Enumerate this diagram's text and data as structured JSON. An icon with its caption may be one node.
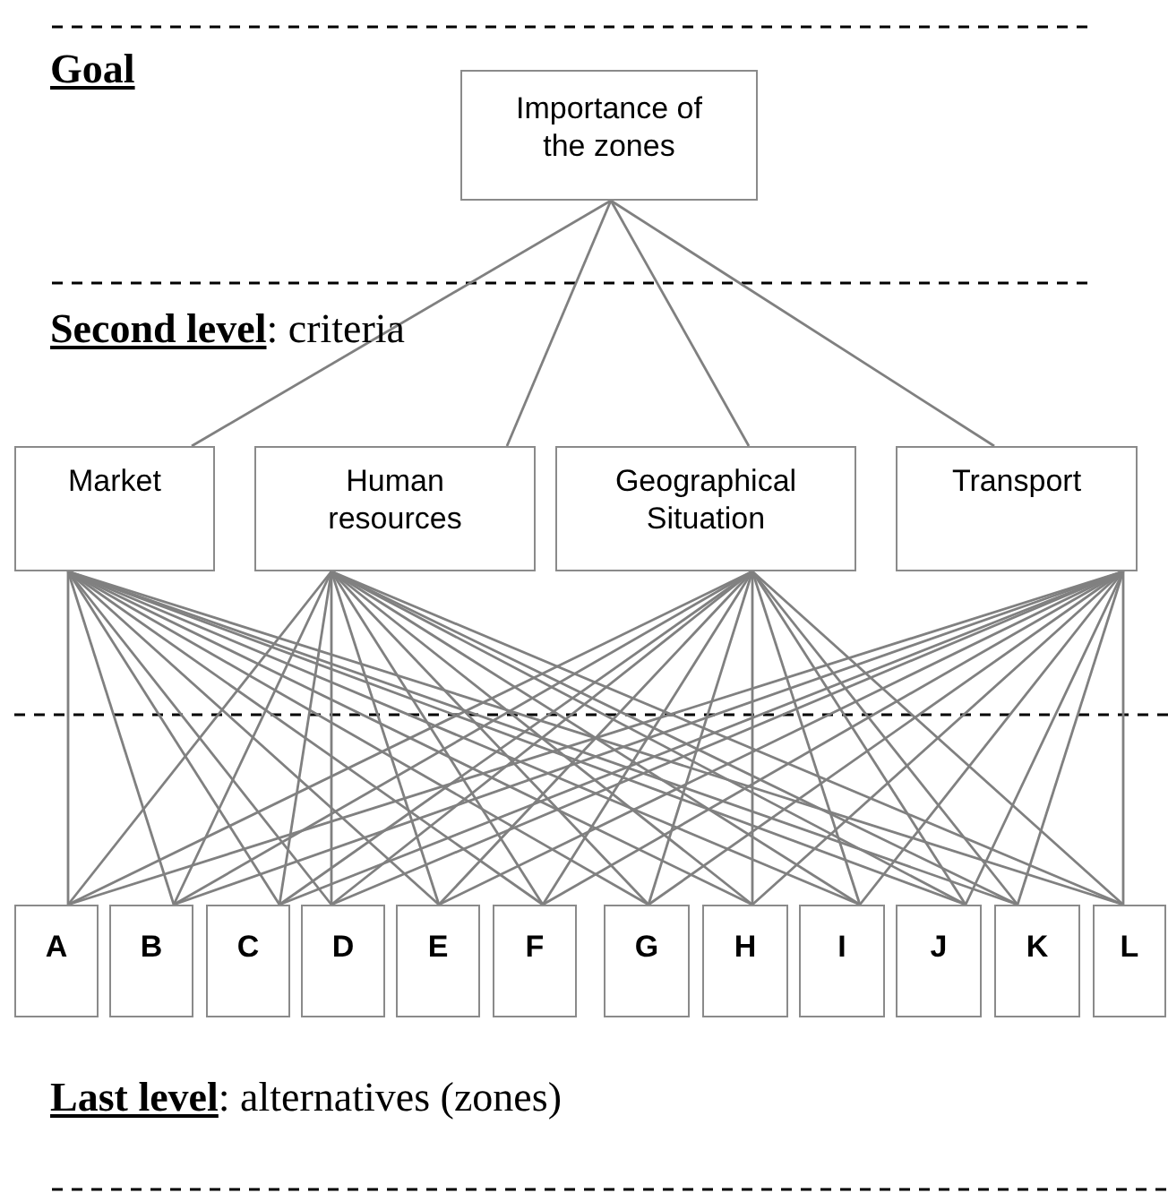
{
  "diagram": {
    "nodes": [
      {
        "text": [
          "Importance of the zones"
        ]
      },
      {
        "text": [
          "Market"
        ]
      },
      {
        "text": [
          "Human resources"
        ]
      },
      {
        "text": [
          "Geographical Situation"
        ]
      },
      {
        "text": [
          "Transport"
        ]
      },
      {
        "text": [
          "A"
        ]
      },
      {
        "text": [
          "B"
        ]
      },
      {
        "text": [
          "C"
        ]
      },
      {
        "text": [
          "D"
        ]
      },
      {
        "text": [
          "E"
        ]
      },
      {
        "text": [
          "F"
        ]
      },
      {
        "text": [
          "G"
        ]
      },
      {
        "text": [
          "H"
        ]
      },
      {
        "text": [
          "I"
        ]
      },
      {
        "text": [
          "J"
        ]
      },
      {
        "text": [
          "K"
        ]
      },
      {
        "text": [
          "L"
        ]
      }
    ],
    "edges": [
      {
        "from": 0,
        "to": 1,
        "arrow": "none"
      },
      {
        "from": 0,
        "to": 2,
        "arrow": "none"
      },
      {
        "from": 0,
        "to": 3,
        "arrow": "none"
      },
      {
        "from": 0,
        "to": 4,
        "arrow": "none"
      },
      {
        "from": 1,
        "to": 5,
        "arrow": "none"
      },
      {
        "from": 1,
        "to": 6,
        "arrow": "none"
      },
      {
        "from": 1,
        "to": 7,
        "arrow": "none"
      },
      {
        "from": 1,
        "to": 8,
        "arrow": "none"
      },
      {
        "from": 1,
        "to": 9,
        "arrow": "none"
      },
      {
        "from": 1,
        "to": 10,
        "arrow": "none"
      },
      {
        "from": 1,
        "to": 11,
        "arrow": "none"
      },
      {
        "from": 1,
        "to": 12,
        "arrow": "none"
      },
      {
        "from": 1,
        "to": 13,
        "arrow": "none"
      },
      {
        "from": 1,
        "to": 14,
        "arrow": "none"
      },
      {
        "from": 1,
        "to": 15,
        "arrow": "none"
      },
      {
        "from": 1,
        "to": 16,
        "arrow": "none"
      },
      {
        "from": 2,
        "to": 5,
        "arrow": "none"
      },
      {
        "from": 2,
        "to": 6,
        "arrow": "none"
      },
      {
        "from": 2,
        "to": 7,
        "arrow": "none"
      },
      {
        "from": 2,
        "to": 8,
        "arrow": "none"
      },
      {
        "from": 2,
        "to": 9,
        "arrow": "none"
      },
      {
        "from": 2,
        "to": 10,
        "arrow": "none"
      },
      {
        "from": 2,
        "to": 11,
        "arrow": "none"
      },
      {
        "from": 2,
        "to": 12,
        "arrow": "none"
      },
      {
        "from": 2,
        "to": 13,
        "arrow": "none"
      },
      {
        "from": 2,
        "to": 14,
        "arrow": "none"
      },
      {
        "from": 2,
        "to": 15,
        "arrow": "none"
      },
      {
        "from": 2,
        "to": 16,
        "arrow": "none"
      },
      {
        "from": 3,
        "to": 5,
        "arrow": "none"
      },
      {
        "from": 3,
        "to": 6,
        "arrow": "none"
      },
      {
        "from": 3,
        "to": 7,
        "arrow": "none"
      },
      {
        "from": 3,
        "to": 8,
        "arrow": "none"
      },
      {
        "from": 3,
        "to": 9,
        "arrow": "none"
      },
      {
        "from": 3,
        "to": 10,
        "arrow": "none"
      },
      {
        "from": 3,
        "to": 11,
        "arrow": "none"
      },
      {
        "from": 3,
        "to": 12,
        "arrow": "none"
      },
      {
        "from": 3,
        "to": 13,
        "arrow": "none"
      },
      {
        "from": 3,
        "to": 14,
        "arrow": "none"
      },
      {
        "from": 3,
        "to": 15,
        "arrow": "none"
      },
      {
        "from": 3,
        "to": 16,
        "arrow": "none"
      },
      {
        "from": 4,
        "to": 5,
        "arrow": "none"
      },
      {
        "from": 4,
        "to": 6,
        "arrow": "none"
      },
      {
        "from": 4,
        "to": 7,
        "arrow": "none"
      },
      {
        "from": 4,
        "to": 8,
        "arrow": "none"
      },
      {
        "from": 4,
        "to": 9,
        "arrow": "none"
      },
      {
        "from": 4,
        "to": 10,
        "arrow": "none"
      },
      {
        "from": 4,
        "to": 11,
        "arrow": "none"
      },
      {
        "from": 4,
        "to": 12,
        "arrow": "none"
      },
      {
        "from": 4,
        "to": 13,
        "arrow": "none"
      },
      {
        "from": 4,
        "to": 14,
        "arrow": "none"
      },
      {
        "from": 4,
        "to": 15,
        "arrow": "none"
      },
      {
        "from": 4,
        "to": 16,
        "arrow": "none"
      }
    ],
    "labels": [
      "Goal",
      "**Second level**: criteria",
      "**Last level**: alternatives (zones)"
    ]
  }
}
